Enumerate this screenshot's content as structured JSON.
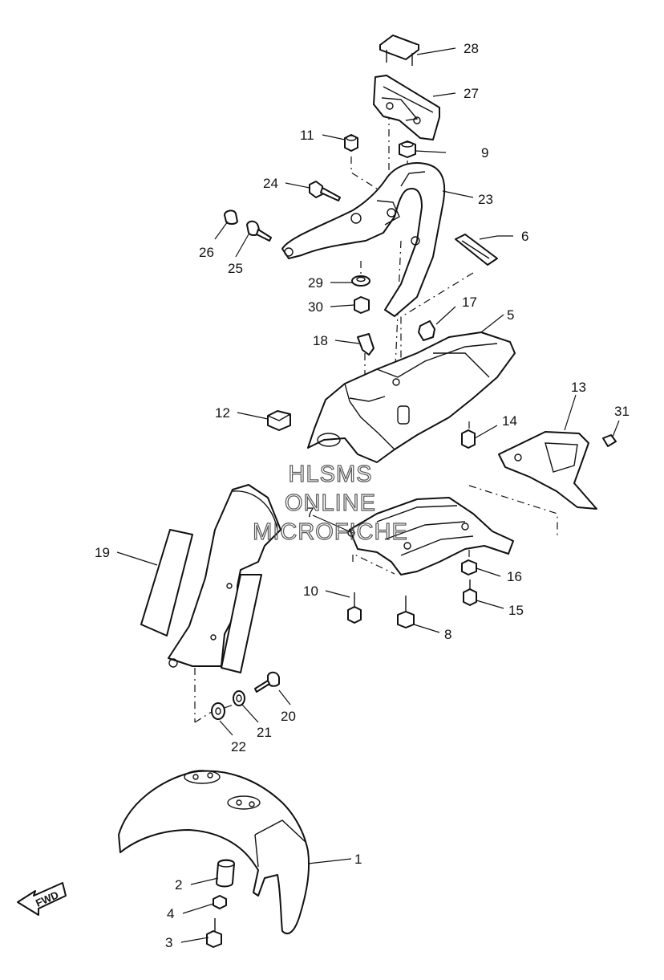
{
  "watermark": [
    "HLSMS",
    "ONLINE",
    "MICROFICHE"
  ],
  "direction_arrow": "FWD",
  "callouts": [
    {
      "id": "c1",
      "label": "1"
    },
    {
      "id": "c2",
      "label": "2"
    },
    {
      "id": "c3",
      "label": "3"
    },
    {
      "id": "c4",
      "label": "4"
    },
    {
      "id": "c5",
      "label": "5"
    },
    {
      "id": "c6",
      "label": "6"
    },
    {
      "id": "c7",
      "label": "7"
    },
    {
      "id": "c8",
      "label": "8"
    },
    {
      "id": "c9",
      "label": "9"
    },
    {
      "id": "c10",
      "label": "10"
    },
    {
      "id": "c11",
      "label": "11"
    },
    {
      "id": "c12",
      "label": "12"
    },
    {
      "id": "c13",
      "label": "13"
    },
    {
      "id": "c14",
      "label": "14"
    },
    {
      "id": "c15",
      "label": "15"
    },
    {
      "id": "c16",
      "label": "16"
    },
    {
      "id": "c17",
      "label": "17"
    },
    {
      "id": "c18",
      "label": "18"
    },
    {
      "id": "c19",
      "label": "19"
    },
    {
      "id": "c20",
      "label": "20"
    },
    {
      "id": "c21",
      "label": "21"
    },
    {
      "id": "c22",
      "label": "22"
    },
    {
      "id": "c23",
      "label": "23"
    },
    {
      "id": "c24",
      "label": "24"
    },
    {
      "id": "c25",
      "label": "25"
    },
    {
      "id": "c26",
      "label": "26"
    },
    {
      "id": "c27",
      "label": "27"
    },
    {
      "id": "c28",
      "label": "28"
    },
    {
      "id": "c29",
      "label": "29"
    },
    {
      "id": "c30",
      "label": "30"
    },
    {
      "id": "c31",
      "label": "31"
    }
  ]
}
